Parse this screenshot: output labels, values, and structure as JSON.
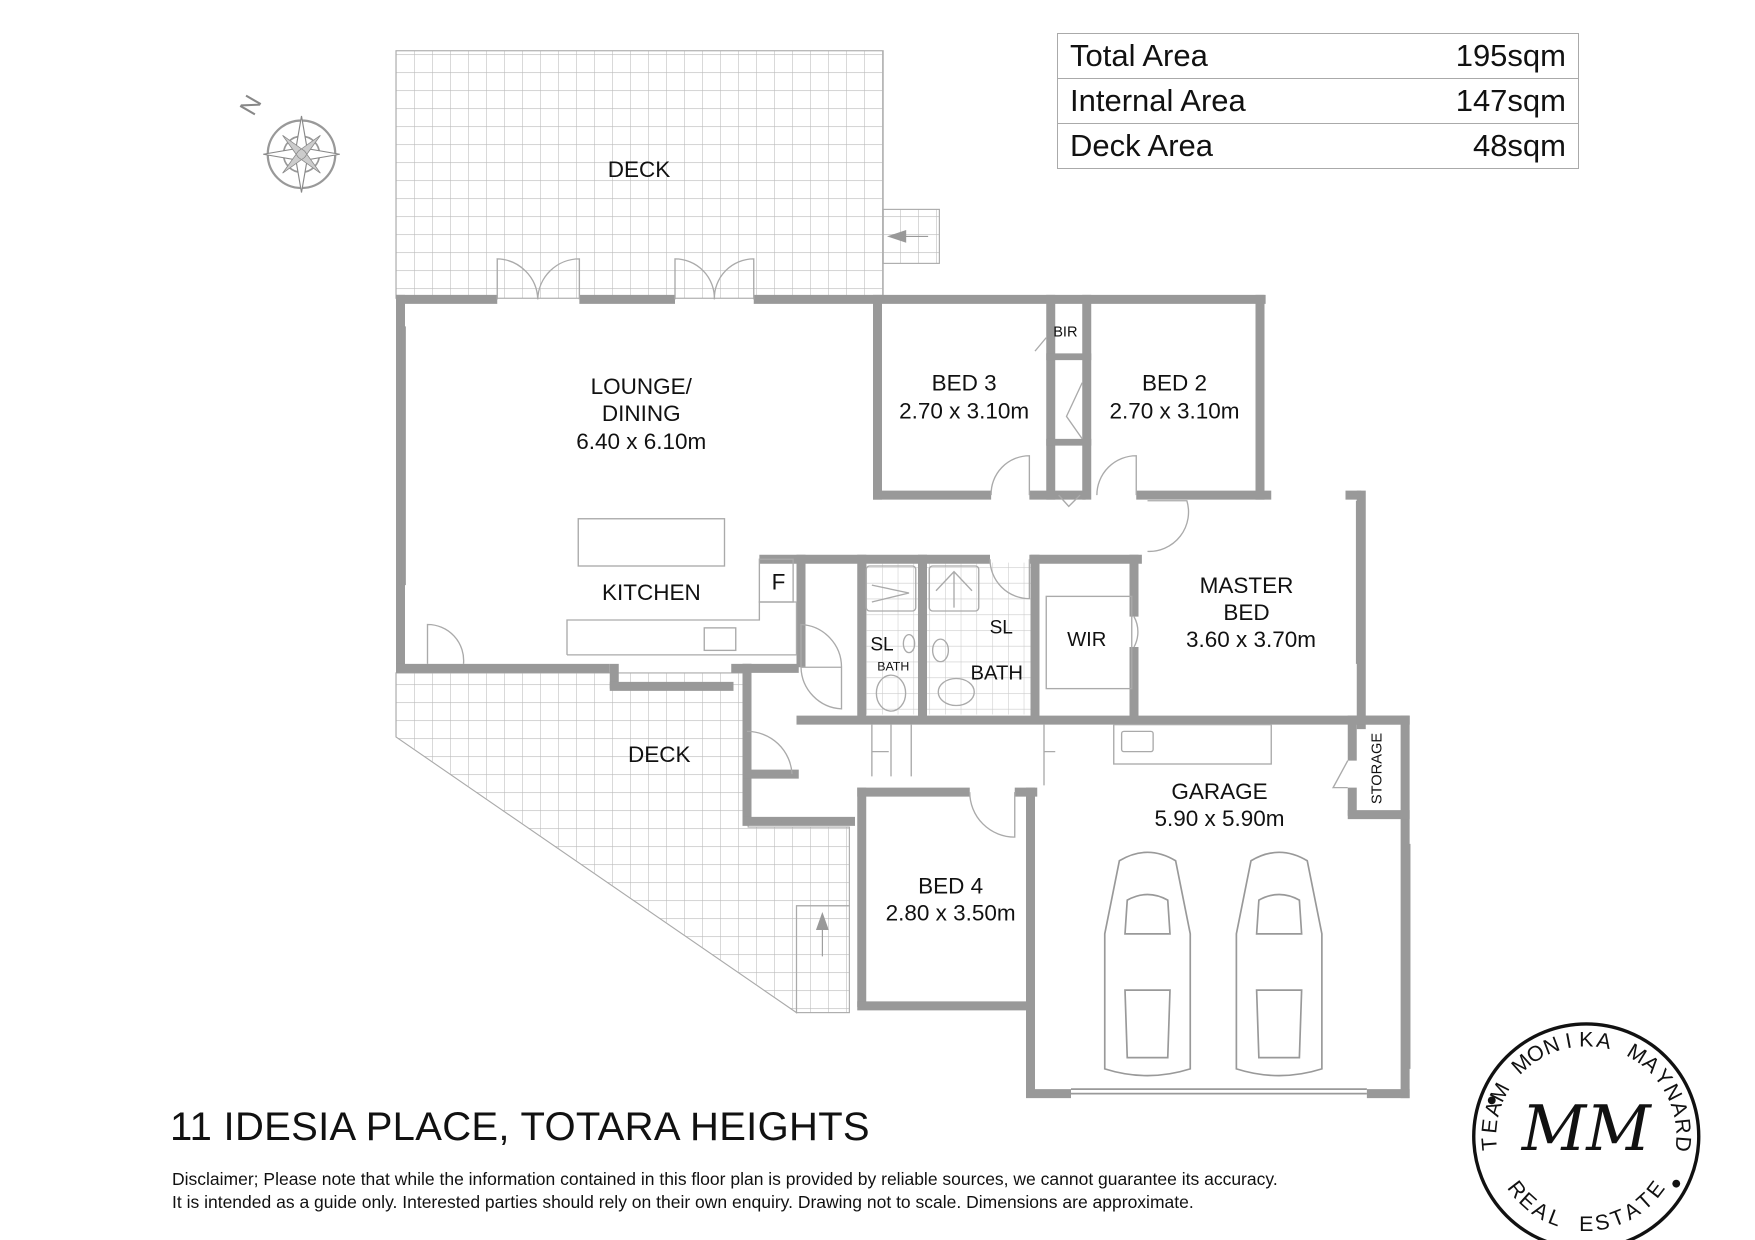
{
  "area_summary": [
    {
      "label": "Total Area",
      "value": "195sqm"
    },
    {
      "label": "Internal Area",
      "value": "147sqm"
    },
    {
      "label": "Deck Area",
      "value": "48sqm"
    }
  ],
  "compass": {
    "label": "N",
    "icon": "compass-rose-icon"
  },
  "rooms": {
    "deck_upper": "DECK",
    "lounge_name1": "LOUNGE/",
    "lounge_name2": "DINING",
    "lounge_dims": "6.40 x 6.10m",
    "kitchen": "KITCHEN",
    "fridge": "F",
    "bed3_name": "BED 3",
    "bed3_dims": "2.70 x 3.10m",
    "bir": "BIR",
    "bed2_name": "BED 2",
    "bed2_dims": "2.70 x 3.10m",
    "sl1": "SL",
    "bath_small": "BATH",
    "sl2": "SL",
    "bath": "BATH",
    "wir": "WIR",
    "master_name1": "MASTER",
    "master_name2": "BED",
    "master_dims": "3.60 x 3.70m",
    "deck_lower": "DECK",
    "storage": "STORAGE",
    "garage_name": "GARAGE",
    "garage_dims": "5.90 x 5.90m",
    "bed4_name": "BED 4",
    "bed4_dims": "2.80 x 3.50m"
  },
  "address": "11 IDESIA PLACE, TOTARA HEIGHTS",
  "disclaimer": [
    "Disclaimer; Please note that while the information contained in this floor plan is provided by reliable sources, we cannot guarantee its accuracy.",
    "It is intended as a guide only. Interested parties should rely on their own enquiry. Drawing not to scale. Dimensions are approximate."
  ],
  "logo": {
    "top_text": "TEAM MONIKA MAYNARD",
    "bottom_text": "REAL ESTATE",
    "monogram": "MM"
  },
  "colors": {
    "wall": "#999999",
    "deck_grid": "#bbbbbb",
    "text": "#111111"
  }
}
